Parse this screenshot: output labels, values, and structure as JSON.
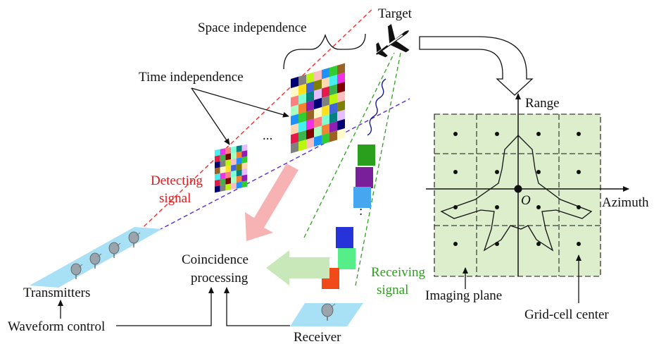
{
  "labels": {
    "target": "Target",
    "space_independence": "Space independence",
    "time_independence": "Time independence",
    "ellipsis": "...",
    "detecting_signal_line1": "Detecting",
    "detecting_signal_line2": "signal",
    "receiving_signal_line1": "Receiving",
    "receiving_signal_line2": "signal",
    "coincidence_line1": "Coincidence",
    "coincidence_line2": "processing",
    "transmitters": "Transmitters",
    "waveform_control": "Waveform control",
    "receiver": "Receiver",
    "range_axis": "Range",
    "azimuth_axis": "Azimuth",
    "origin": "O",
    "imaging_plane": "Imaging plane",
    "grid_cell_center": "Grid-cell center",
    "vertical_dots": ":"
  },
  "colors": {
    "detecting_beam": "#ff2a2a",
    "purple_beam": "#5b2bd6",
    "receiving_beam": "#2f9e1f",
    "plane_fill": "#ddeecc",
    "platform_fill": "#a8e0f5",
    "red_arrow": "#f7b3b3",
    "green_arrow": "#c9e8b9"
  },
  "receiver_signal_blocks": [
    "#2a9f1d",
    "#7a1f9a",
    "#46a7f0",
    "#2533d8",
    "#55ee88",
    "#f04a1a"
  ],
  "pattern_palette": [
    "#e6194b",
    "#3cb44b",
    "#ffe119",
    "#4363d8",
    "#f58231",
    "#911eb4",
    "#46f0f0",
    "#f032e6",
    "#bcf60c",
    "#fabebe",
    "#008080",
    "#e6beff",
    "#9a6324",
    "#fffac8",
    "#800000",
    "#aaffc3",
    "#808000",
    "#ffd8b1",
    "#000075",
    "#808080",
    "#ff7f7f",
    "#7fffd4",
    "#1e90ff",
    "#32cd32"
  ]
}
